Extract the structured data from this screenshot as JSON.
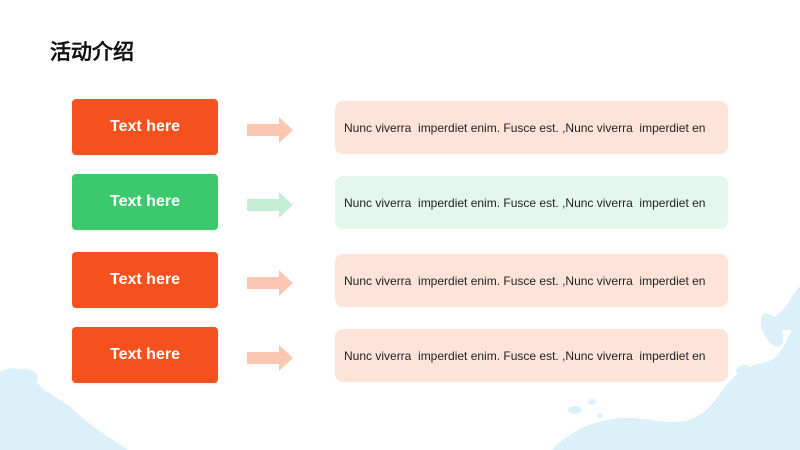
{
  "header": {
    "title": "活动介绍"
  },
  "colors": {
    "orange": "#f4511e",
    "green": "#3cc96e",
    "orange_light": "#fde3d8",
    "green_light": "#e3f7ec",
    "arrow_orange": "#fbc7b2",
    "arrow_green": "#c6eed6",
    "splash_blue": "#dcf0fa"
  },
  "rows": [
    {
      "label": "Text here",
      "text": "Nunc viverra  imperdiet enim. Fusce est. ,Nunc viverra  imperdiet en",
      "color": "orange"
    },
    {
      "label": "Text here",
      "text": "Nunc viverra  imperdiet enim. Fusce est. ,Nunc viverra  imperdiet en",
      "color": "green"
    },
    {
      "label": "Text here",
      "text": "Nunc viverra  imperdiet enim. Fusce est. ,Nunc viverra  imperdiet en",
      "color": "orange"
    },
    {
      "label": "Text here",
      "text": "Nunc viverra  imperdiet enim. Fusce est. ,Nunc viverra  imperdiet en",
      "color": "orange"
    }
  ]
}
